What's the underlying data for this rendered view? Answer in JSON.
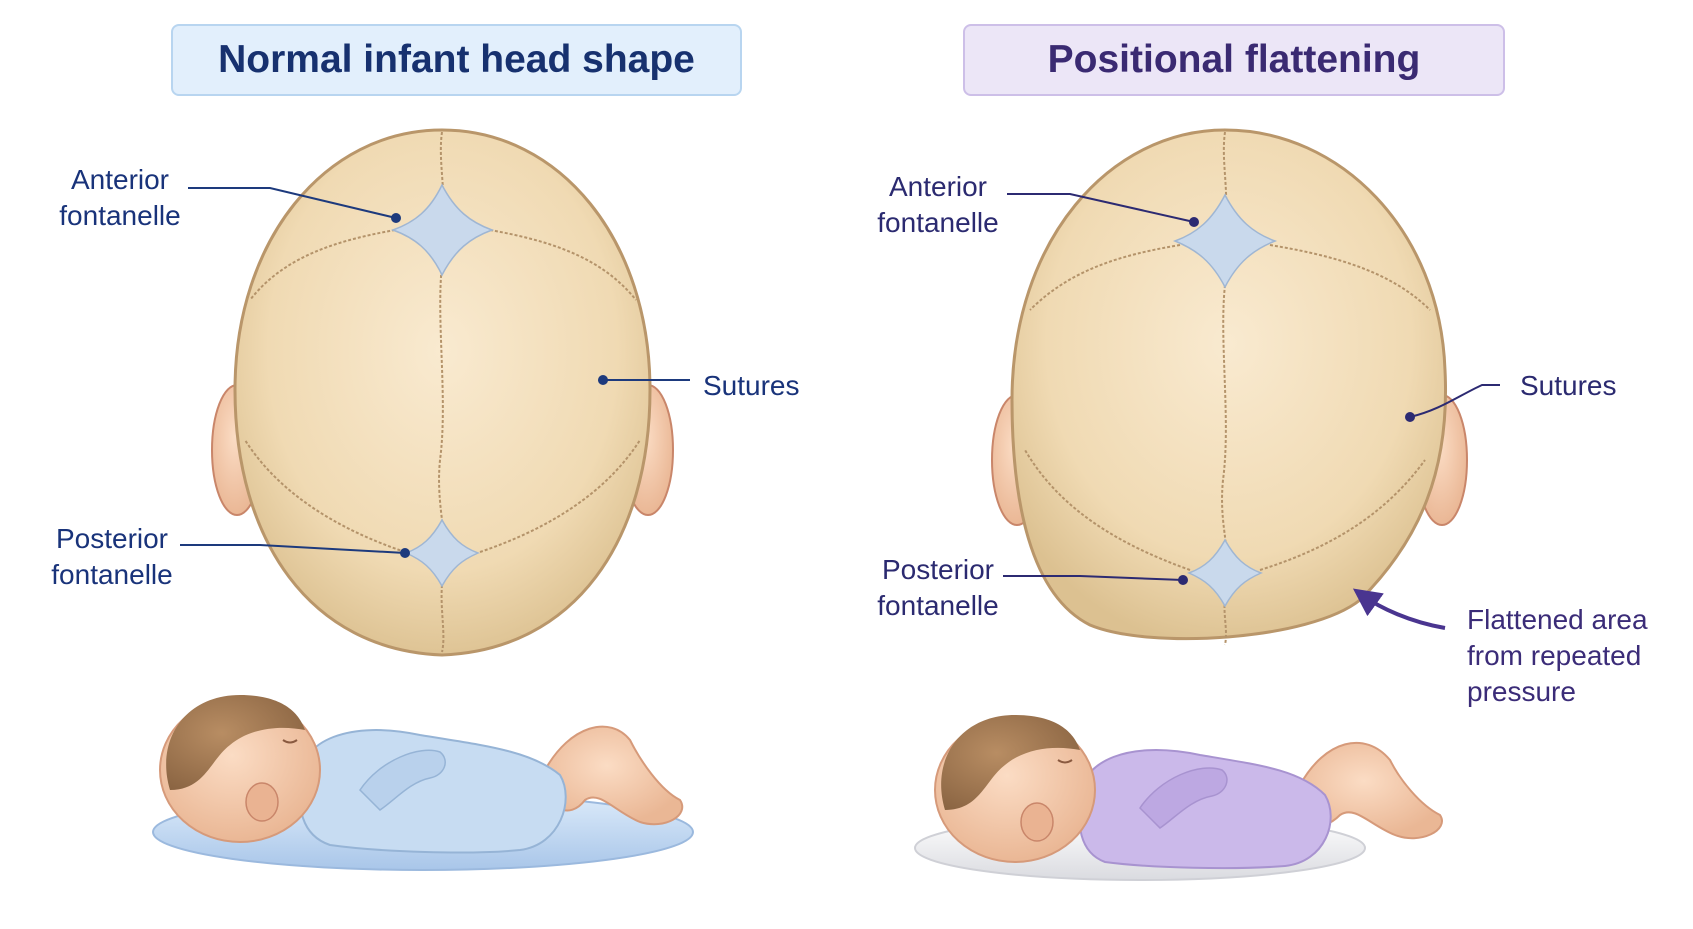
{
  "panels": [
    {
      "title": "Normal infant head shape",
      "labels": {
        "anterior_line1": "Anterior",
        "anterior_line2": "fontanelle",
        "sutures": "Sutures",
        "posterior_line1": "Posterior",
        "posterior_line2": "fontanelle"
      },
      "accent_color": "#17316f",
      "onesie_color": "#c7dcf2",
      "mat_color": "#c6dcf3"
    },
    {
      "title": "Positional flattening",
      "labels": {
        "anterior_line1": "Anterior",
        "anterior_line2": "fontanelle",
        "sutures": "Sutures",
        "posterior_line1": "Posterior",
        "posterior_line2": "fontanelle",
        "flattened_line1": "Flattened area",
        "flattened_line2": "from repeated",
        "flattened_line3": "pressure"
      },
      "accent_color": "#3a2a72",
      "onesie_color": "#cbb9ea",
      "mat_color": "#f2f2f4"
    }
  ],
  "colors": {
    "skull_fill": "#f1dcb6",
    "skull_edge": "#c9a877",
    "fontanelle_fill": "#c9d9ec",
    "suture_color": "#b4936a",
    "ear_fill": "#e8a887",
    "arrow_color": "#4a3590"
  }
}
